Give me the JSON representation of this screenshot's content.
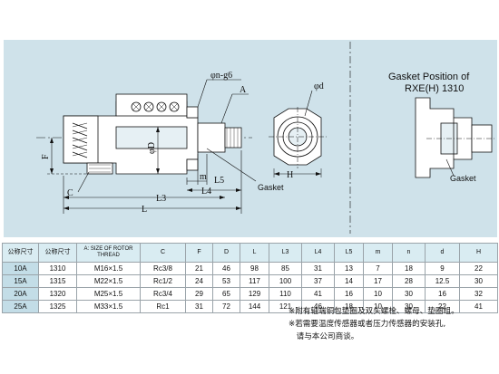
{
  "drawing": {
    "labels": {
      "phi_ng6": "φn-g6",
      "A": "A",
      "phi_d": "φd",
      "phi_D": "φD",
      "F": "F",
      "C": "C",
      "m": "m",
      "L5": "L5",
      "L4": "L4",
      "L3": "L3",
      "L": "L",
      "H": "H",
      "gasket1": "Gasket",
      "gasket2": "Gasket"
    },
    "gasket_title_line1": "Gasket Position of",
    "gasket_title_line2": "RXE(H) 1310"
  },
  "table": {
    "headers": [
      "公称尺寸",
      "公称尺寸",
      "A: SIZE OF ROTOR THREAD",
      "C",
      "F",
      "D",
      "L",
      "L3",
      "L4",
      "L5",
      "m",
      "n",
      "d",
      "H"
    ],
    "rows": [
      [
        "10A",
        "1310",
        "M16×1.5",
        "Rc3/8",
        "21",
        "46",
        "98",
        "85",
        "31",
        "13",
        "7",
        "18",
        "9",
        "22"
      ],
      [
        "15A",
        "1315",
        "M22×1.5",
        "Rc1/2",
        "24",
        "53",
        "117",
        "100",
        "37",
        "14",
        "17",
        "28",
        "12.5",
        "30"
      ],
      [
        "20A",
        "1320",
        "M25×1.5",
        "Rc3/4",
        "29",
        "65",
        "129",
        "110",
        "41",
        "16",
        "10",
        "30",
        "16",
        "32"
      ],
      [
        "25A",
        "1325",
        "M33×1.5",
        "Rc1",
        "31",
        "72",
        "144",
        "121",
        "46",
        "18",
        "10",
        "30",
        "22",
        "41"
      ]
    ]
  },
  "notes": [
    "※附有轴端铜包垫圈及双头螺栓、螺母、垫圈组。",
    "※若需要温度传感器或者压力传感器的安装孔,",
    "　请与本公司商谈。"
  ],
  "colors": {
    "panel_bg": "#cfe2ea",
    "metal": "#ffffff",
    "line": "#111111",
    "header_bg": "#d9ecf2",
    "size_cell_bg": "#c3dde7"
  }
}
